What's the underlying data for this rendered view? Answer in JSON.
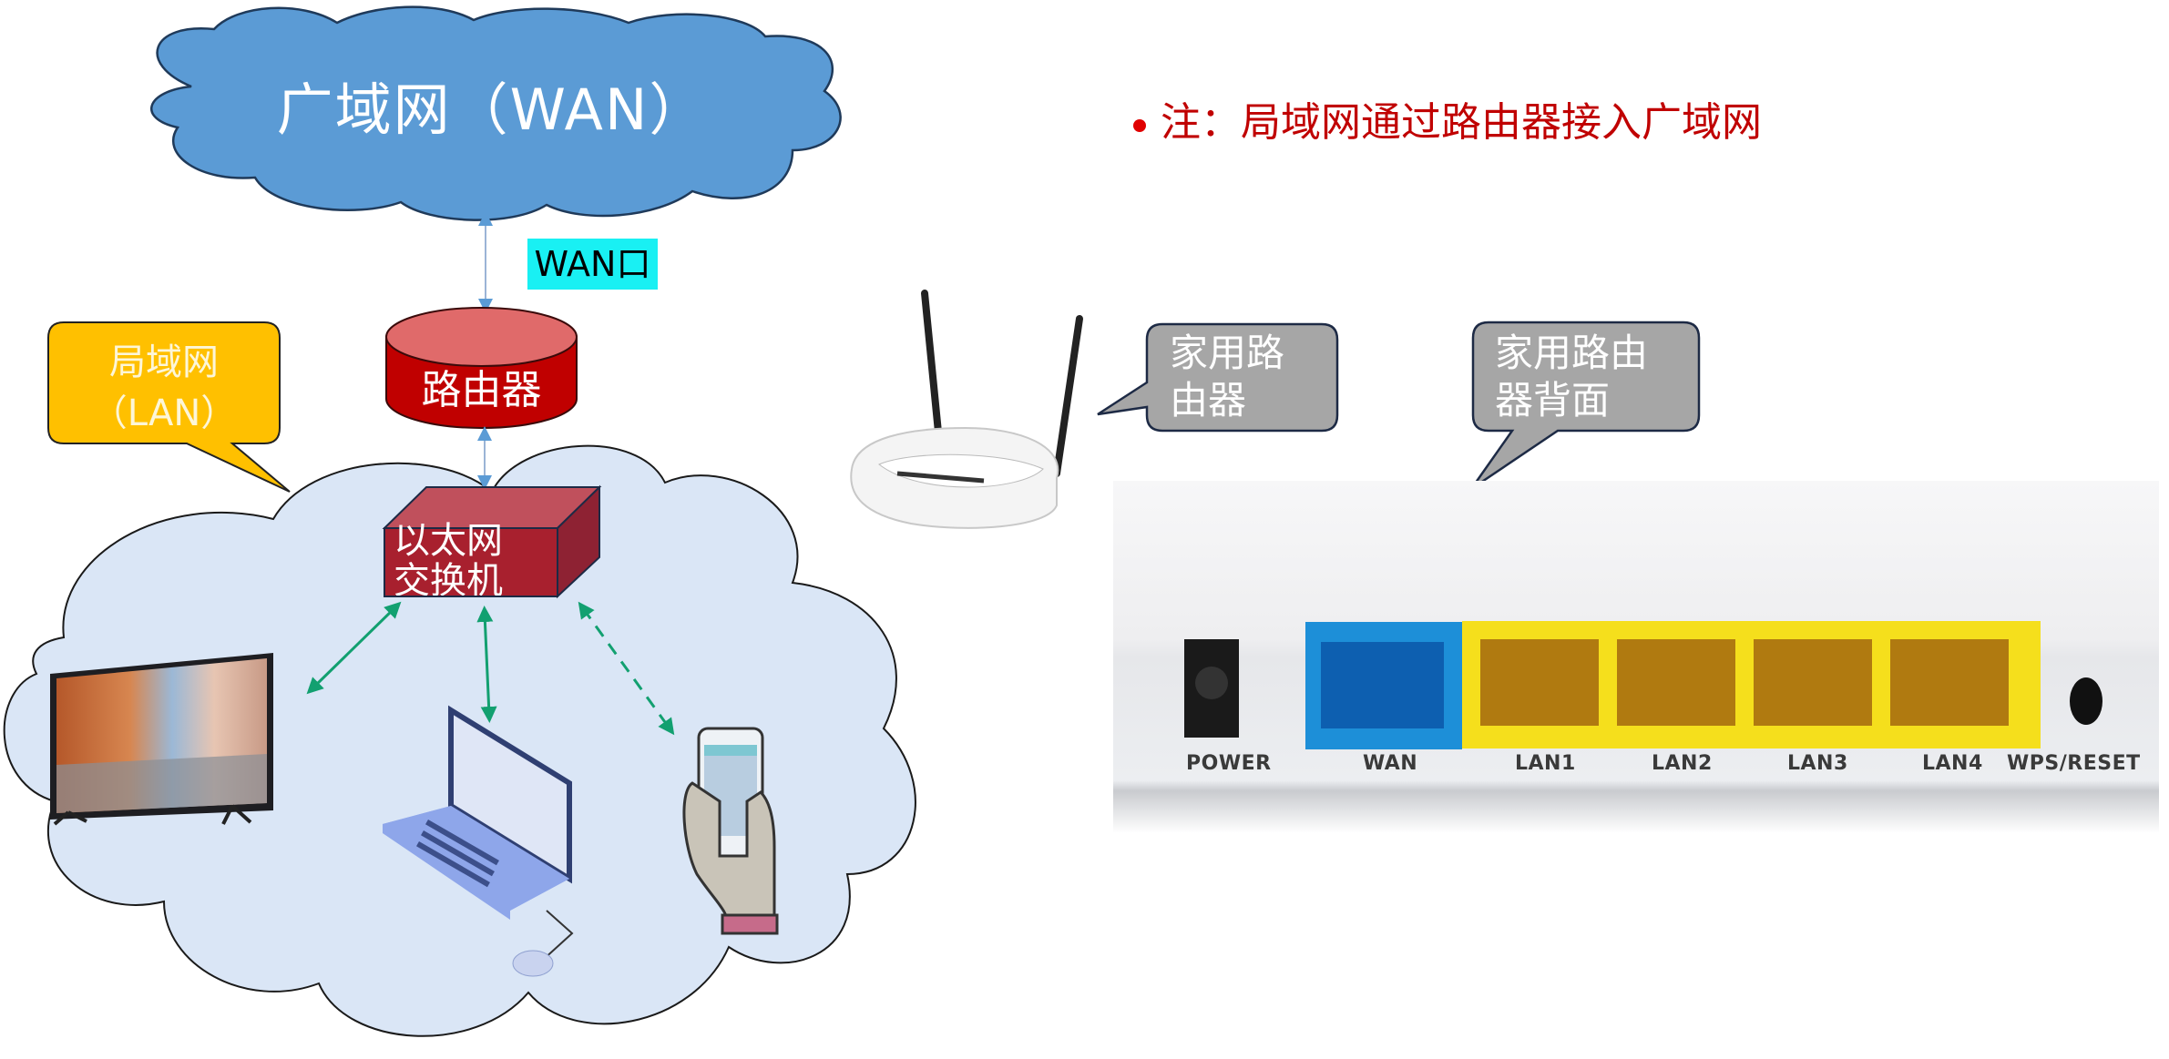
{
  "wan_cloud": {
    "label": "广域网（WAN）",
    "fill": "#5b9bd5"
  },
  "wan_port_label": {
    "text": "WAN口",
    "bg": "#19f0f3"
  },
  "router_node": {
    "label": "路由器",
    "fill": "#c00000"
  },
  "switch_node": {
    "label_line1": "以太网",
    "label_line2": "交换机",
    "fill": "#a8202e"
  },
  "lan_callout": {
    "line1": "局域网",
    "line2": "（LAN）",
    "fill": "#ffc000"
  },
  "lan_cloud": {
    "fill": "#dae6f6"
  },
  "devices": [
    {
      "name": "smart-tv",
      "link": "solid"
    },
    {
      "name": "laptop",
      "link": "solid"
    },
    {
      "name": "smartphone",
      "link": "dashed"
    }
  ],
  "link_color": "#12a070",
  "note": {
    "bullet_color": "#e00000",
    "text": "注：局域网通过路由器接入广域网",
    "color": "#c00000"
  },
  "home_router_callout": {
    "line1": "家用路",
    "line2": "由器",
    "fill": "#a6a6a6"
  },
  "router_back_callout": {
    "line1": "家用路由",
    "line2": "器背面",
    "fill": "#a6a6a6"
  },
  "router_back_ports": [
    "POWER",
    "WAN",
    "LAN1",
    "LAN2",
    "LAN3",
    "LAN4",
    "WPS/RESET"
  ]
}
